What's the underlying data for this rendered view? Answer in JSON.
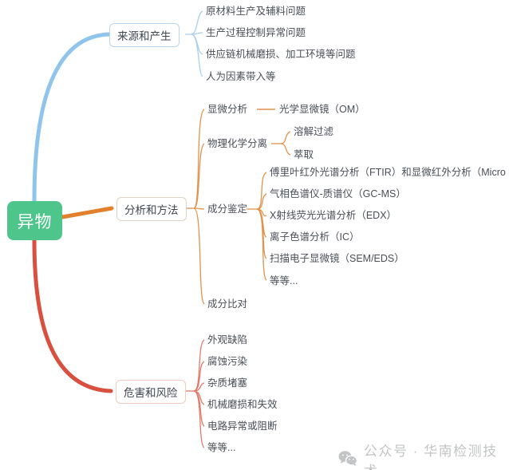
{
  "root": {
    "label": "异物"
  },
  "footer": {
    "icon": "wechat-icon",
    "text": "公众号 · 华南检测技术"
  },
  "colors": {
    "root_fill": "#4ec58a",
    "branch_blue": "#8fc4ec",
    "branch_orange": "#e2802b",
    "branch_red": "#d9503f",
    "text": "#4a4f57"
  },
  "branches": [
    {
      "label": "来源和产生",
      "color": "#8fc4ec",
      "children": [
        {
          "label": "原材料生产及辅料问题"
        },
        {
          "label": "生产过程控制异常问题"
        },
        {
          "label": "供应链机械磨损、加工环境等问题"
        },
        {
          "label": "人为因素带入等"
        }
      ]
    },
    {
      "label": "分析和方法",
      "color": "#e2802b",
      "children": [
        {
          "label": "显微分析",
          "children": [
            {
              "label": "光学显微镜（OM）"
            }
          ]
        },
        {
          "label": "物理化学分离",
          "children": [
            {
              "label": "溶解过滤"
            },
            {
              "label": "萃取"
            }
          ]
        },
        {
          "label": "成分鉴定",
          "children": [
            {
              "label": "傅里叶红外光谱分析（FTIR）和显微红外分析（Micro FTIR）"
            },
            {
              "label": "气相色谱仪-质谱仪（GC-MS）"
            },
            {
              "label": "X射线荧光光谱分析（EDX）"
            },
            {
              "label": "离子色谱分析（IC）"
            },
            {
              "label": "扫描电子显微镜（SEM/EDS）"
            },
            {
              "label": "等等..."
            }
          ]
        },
        {
          "label": "成分比对",
          "children": []
        }
      ]
    },
    {
      "label": "危害和风险",
      "color": "#d9503f",
      "children": [
        {
          "label": "外观缺陷"
        },
        {
          "label": "腐蚀污染"
        },
        {
          "label": "杂质堵塞"
        },
        {
          "label": "机械磨损和失效"
        },
        {
          "label": "电路异常或阻断"
        },
        {
          "label": "等等..."
        }
      ]
    }
  ]
}
